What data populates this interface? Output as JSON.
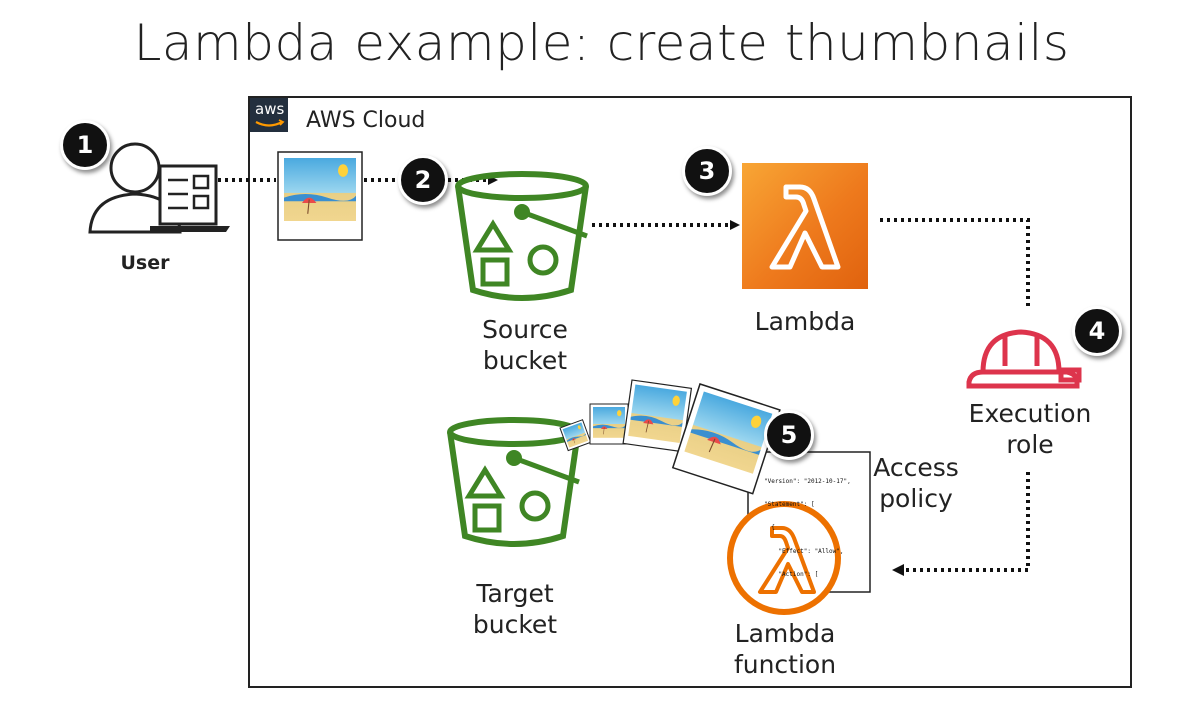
{
  "title": "Lambda example: create thumbnails",
  "cloud": {
    "logo_text": "aws",
    "label": "AWS Cloud"
  },
  "user": {
    "label": "User"
  },
  "steps": [
    "1",
    "2",
    "3",
    "4",
    "5"
  ],
  "source_bucket": {
    "label": "Source\nbucket"
  },
  "lambda_service": {
    "label": "Lambda"
  },
  "execution_role": {
    "label": "Execution\nrole"
  },
  "target_bucket": {
    "label": "Target\nbucket"
  },
  "lambda_function": {
    "label": "Lambda\nfunction"
  },
  "access_policy": {
    "label": "Access\npolicy",
    "snippet_lines": [
      "\"Version\": \"2012-10-17\",",
      "\"Statement\": [",
      "  {",
      "    \"Effect\": \"Allow\",",
      "    \"Action\": [",
      "",
      "          ",
      "",
      "",
      "",
      "",
      "",
      ""
    ]
  },
  "colors": {
    "bucket_green": "#3f8624",
    "lambda_orange": "#ed7100",
    "role_red": "#dd344c",
    "badge_bg": "#111111",
    "aws_logo_bg": "#232f3e"
  },
  "icons": [
    "user-icon",
    "photo-icon",
    "bucket-icon",
    "lambda-icon",
    "hard-hat-icon",
    "policy-document-icon"
  ]
}
